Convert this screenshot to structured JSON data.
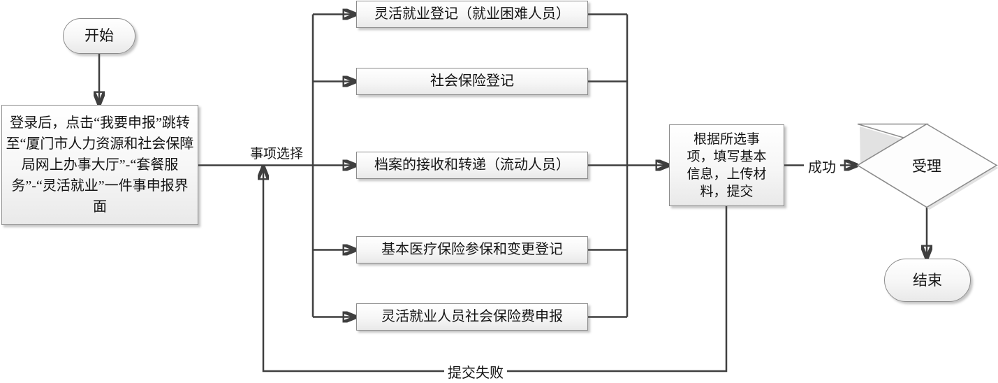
{
  "nodes": {
    "start": {
      "label": "开始"
    },
    "login": {
      "label": "登录后，点击“我要申报”跳转至“厦门市人力资源和社会保障局网上办事大厅”-“套餐服务”-“灵活就业”一件事申报界面"
    },
    "process": {
      "label": "根据所选事项，填写基本信息，上传材料，提交"
    },
    "accept": {
      "label": "受理"
    },
    "end": {
      "label": "结束"
    }
  },
  "options": [
    {
      "label": "灵活就业登记（就业困难人员）"
    },
    {
      "label": "社会保险登记"
    },
    {
      "label": "档案的接收和转递（流动人员）"
    },
    {
      "label": "基本医疗保险参保和变更登记"
    },
    {
      "label": "灵活就业人员社会保险费申报"
    }
  ],
  "edge_labels": {
    "select": "事项选择",
    "success": "成功",
    "fail": "提交失败"
  },
  "colors": {
    "line": "#3f3f3f",
    "node_border": "#8c8c8c",
    "node_fill_top": "#ffffff",
    "node_fill_bottom": "#e9e9e9",
    "text": "#141414"
  }
}
